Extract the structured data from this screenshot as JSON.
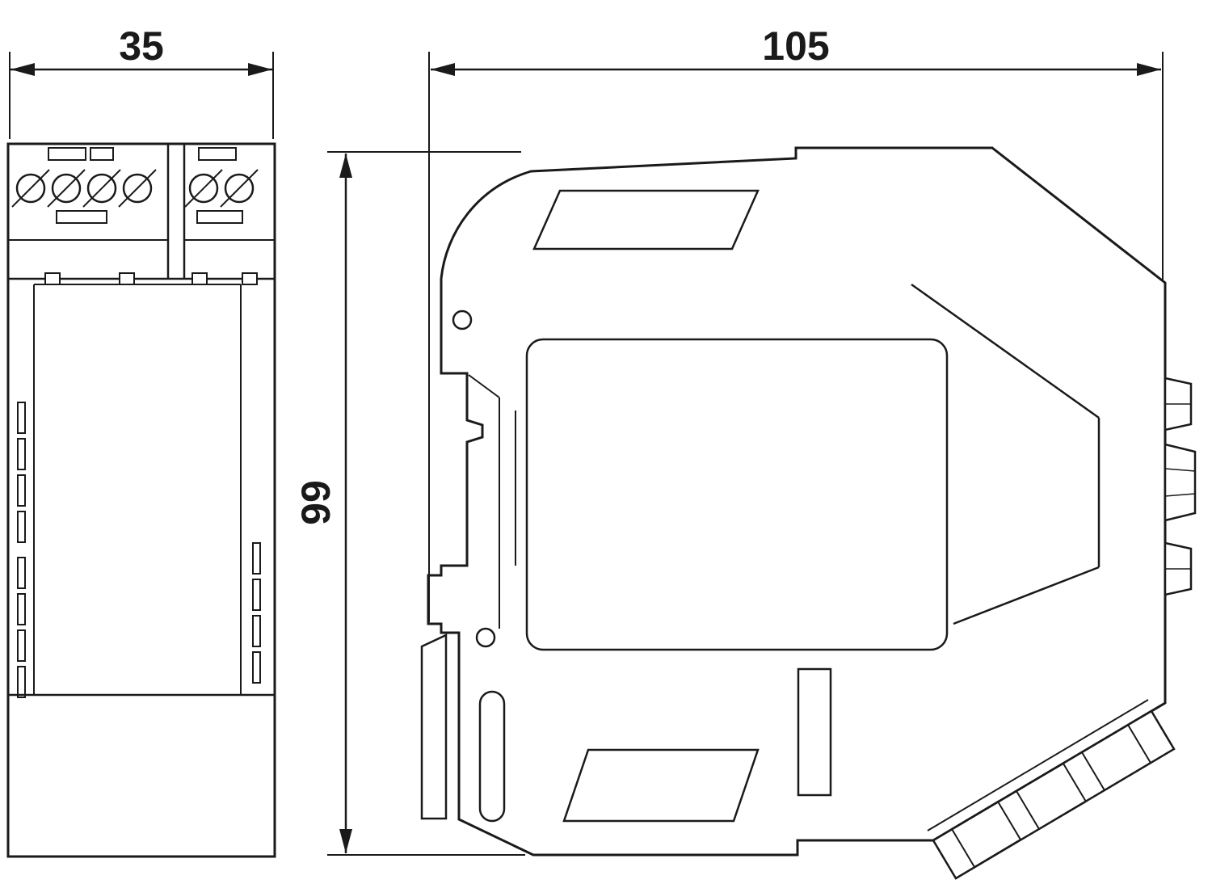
{
  "dims": {
    "front_width": "35",
    "side_width": "105",
    "side_height": "99"
  },
  "colors": {
    "line": "#1a1a1a",
    "background": "#ffffff"
  }
}
